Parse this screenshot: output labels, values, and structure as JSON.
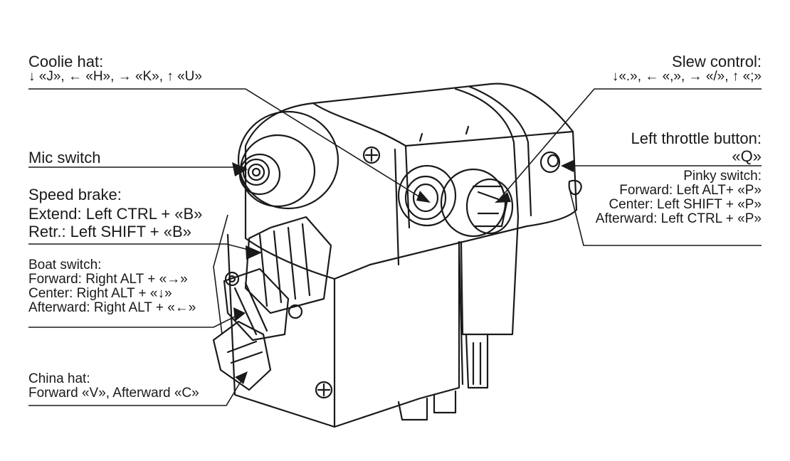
{
  "labels": {
    "coolie_hat": {
      "title": "Coolie hat:",
      "keys": "↓ «J», ← «H», → «K», ↑ «U»"
    },
    "mic_switch": {
      "title": "Mic switch"
    },
    "speed_brake": {
      "title": "Speed brake:",
      "extend": "Extend: Left CTRL + «B»",
      "retract": "Retr.: Left SHIFT + «B»"
    },
    "boat_switch": {
      "title": "Boat switch:",
      "forward": "Forward: Right ALT + «→»",
      "center": "Center: Right ALT + «↓»",
      "afterward": "Afterward: Right ALT + «←»"
    },
    "china_hat": {
      "title": "China hat:",
      "keys": "Forward «V», Afterward «C»"
    },
    "slew_control": {
      "title": "Slew control:",
      "keys": "↓«.», ← «,», → «/», ↑ «;»"
    },
    "left_throttle": {
      "title": "Left throttle button:",
      "key": "«Q»"
    },
    "pinky_switch": {
      "title": "Pinky switch:",
      "forward": "Forward: Left ALT+ «P»",
      "center": "Center: Left SHIFT + «P»",
      "afterward": "Afterward: Left CTRL + «P»"
    }
  }
}
